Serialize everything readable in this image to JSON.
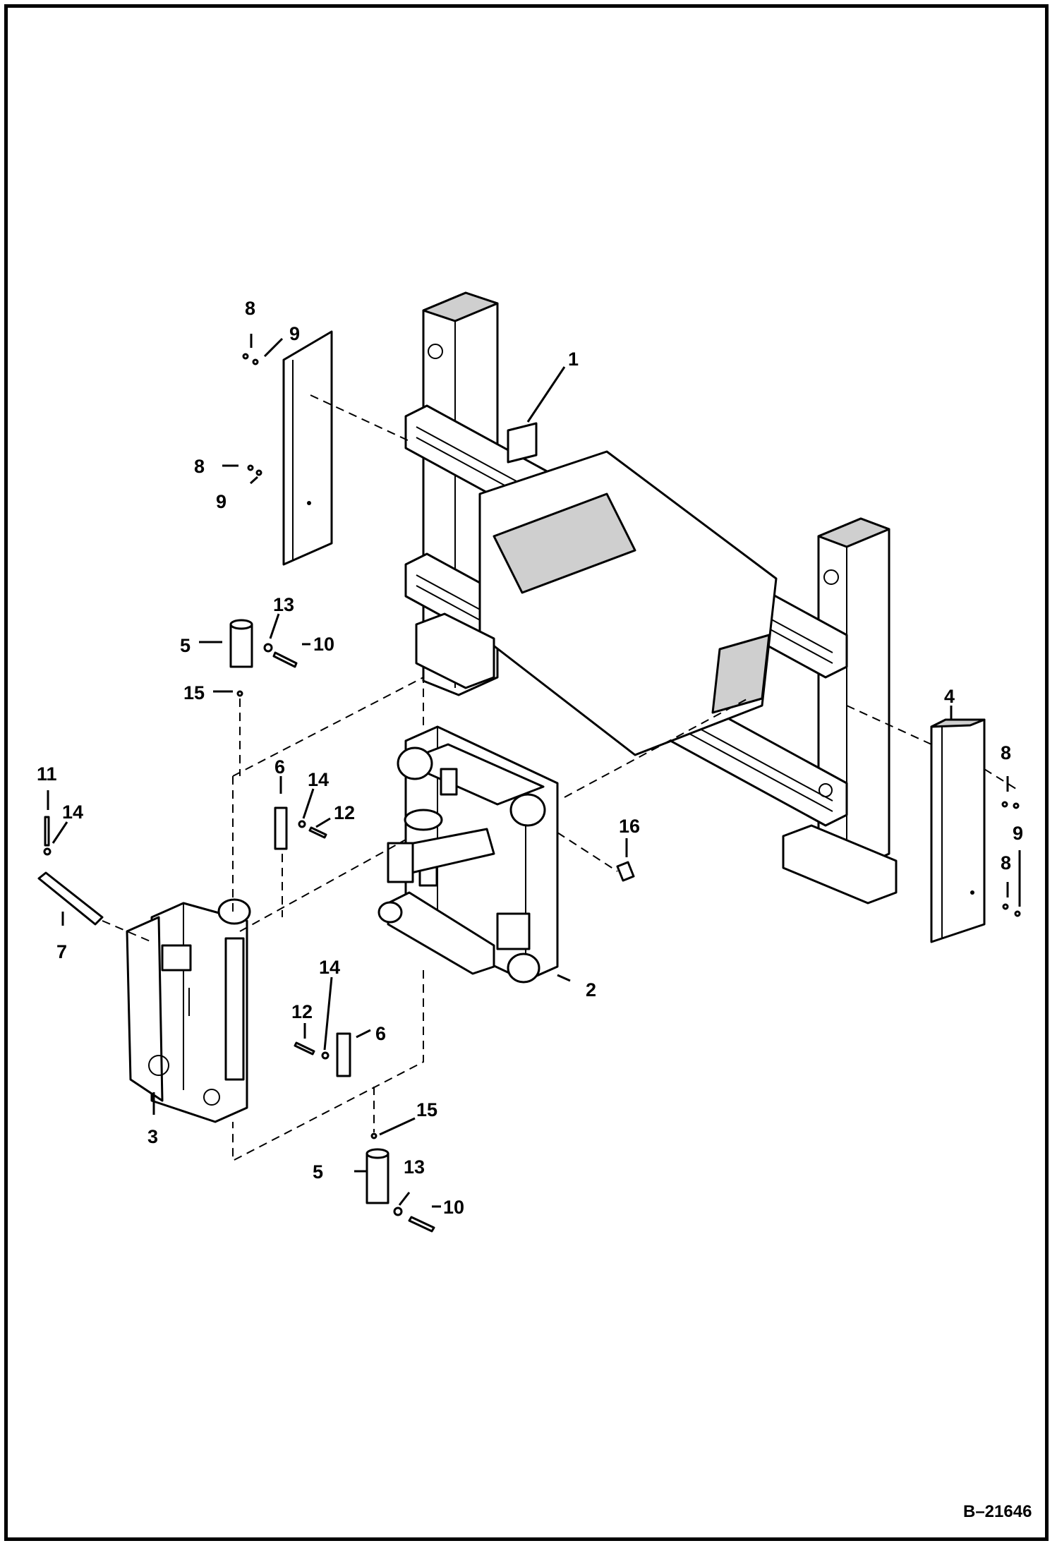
{
  "figure": {
    "id_label": "B–21646"
  },
  "callouts": {
    "c1": "1",
    "c2": "2",
    "c3": "3",
    "c4": "4",
    "c5a": "5",
    "c5b": "5",
    "c6a": "6",
    "c6b": "6",
    "c7": "7",
    "c8a": "8",
    "c8b": "8",
    "c8c": "8",
    "c8d": "8",
    "c9a": "9",
    "c9b": "9",
    "c9c": "9",
    "c10a": "10",
    "c10b": "10",
    "c11": "11",
    "c12a": "12",
    "c12b": "12",
    "c13a": "13",
    "c13b": "13",
    "c14a": "14",
    "c14b": "14",
    "c14c": "14",
    "c15a": "15",
    "c15b": "15",
    "c16": "16"
  },
  "colors": {
    "line": "#000000",
    "background": "#ffffff",
    "shade": "#cfcfcf"
  }
}
